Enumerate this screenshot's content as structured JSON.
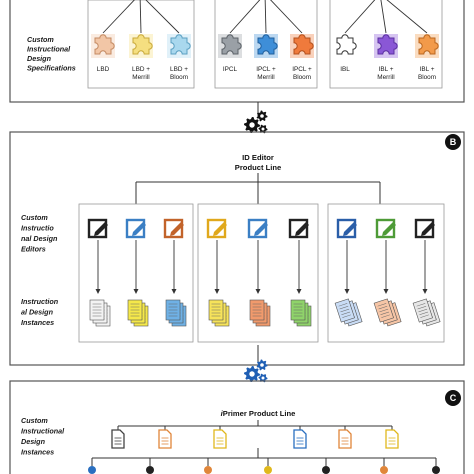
{
  "panel_a": {
    "side_label": [
      "Custom",
      "Instructional",
      "Design",
      "Specifications"
    ],
    "groups": [
      {
        "pieces": [
          {
            "label": [
              "LBD"
            ],
            "color": "#f2c6a6",
            "border": "#c48a62"
          },
          {
            "label": [
              "LBD +",
              "Merrill"
            ],
            "color": "#f5df80",
            "border": "#c9a93a"
          },
          {
            "label": [
              "LBD +",
              "Bloom"
            ],
            "color": "#a9d8ee",
            "border": "#5a9fc1"
          }
        ]
      },
      {
        "pieces": [
          {
            "label": [
              "IPCL"
            ],
            "color": "#9aa0a6",
            "border": "#5b6167"
          },
          {
            "label": [
              "IPCL +",
              "Merrill"
            ],
            "color": "#3e8ed8",
            "border": "#1f5e9c"
          },
          {
            "label": [
              "IPCL +",
              "Bloom"
            ],
            "color": "#ef7a3c",
            "border": "#b24f1c"
          }
        ]
      },
      {
        "pieces": [
          {
            "label": [
              "IBL"
            ],
            "color": "#ffffff",
            "border": "#333333"
          },
          {
            "label": [
              "IBL +",
              "Merrill"
            ],
            "color": "#8a57d6",
            "border": "#5a2fa0"
          },
          {
            "label": [
              "IBL +",
              "Bloom"
            ],
            "color": "#f29a4a",
            "border": "#b9661f"
          }
        ]
      }
    ]
  },
  "panel_b": {
    "badge": "B",
    "title": [
      "ID Editor",
      "Product Line"
    ],
    "side_label_editors": [
      "Custom",
      "Instructio",
      "nal Design",
      "Editors"
    ],
    "side_label_instances": [
      "Instruction",
      "al Design",
      "Instances"
    ],
    "editor_colors": [
      "#222222",
      "#3b7fc4",
      "#c2632a",
      "#e0a81c",
      "#3b7fc4",
      "#222222",
      "#2a5ea8",
      "#4e9b37",
      "#222222"
    ],
    "doc_colors": [
      "#f3f3f3",
      "#f5e84a",
      "#6fb1e6",
      "#f6e35a",
      "#f19a6c",
      "#8fd36a",
      "#c9dcf5",
      "#f6c5a6",
      "#e6e6e6"
    ]
  },
  "panel_c": {
    "badge": "C",
    "title": "iPrimer Product Line",
    "title_prefix": "i",
    "title_rest": "Primer Product Line",
    "side_label": [
      "Custom",
      "Instructional",
      "Design",
      "Instances"
    ],
    "file_colors": [
      "#444444",
      "#e0863a",
      "#e0b81c",
      "#2a6fc0",
      "#e0863a",
      "#e0b81c"
    ],
    "dot_colors": [
      "#2a6fc0",
      "#222222",
      "#e0863a",
      "#e0b81c",
      "#222222",
      "#e0863a",
      "#222222"
    ]
  },
  "gear_colors": {
    "dark": "#111111",
    "blue": "#1f5fb4"
  }
}
